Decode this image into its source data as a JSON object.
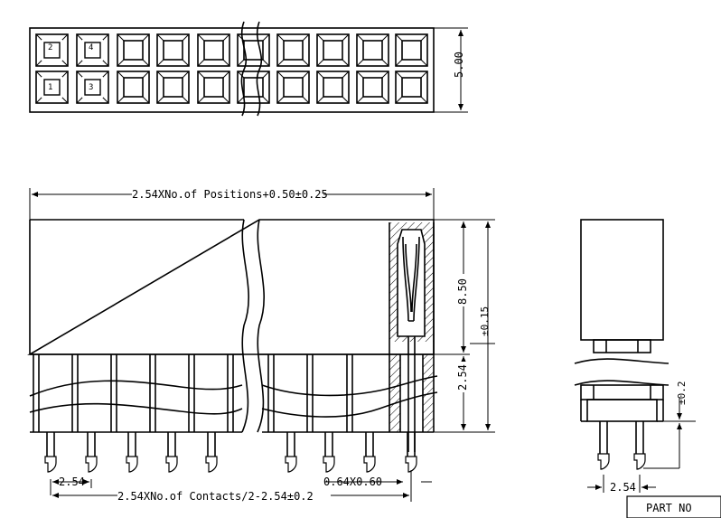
{
  "top_view": {
    "pin_labels": [
      "2",
      "4",
      "1",
      "3"
    ],
    "height_dim": "5.00"
  },
  "front_view": {
    "overall_length": "2.54XNo.of Positions+0.50±0.25",
    "body_height": "8.50",
    "tail_tolerance": "±0.15",
    "pitch_bottom": "2.54",
    "pitch": "2.54",
    "contact_size": "0.64X0.60",
    "tail_length": "2.54XNo.of Contacts/2-2.54±0.2"
  },
  "side_view": {
    "tolerance": "±0.2",
    "pitch": "2.54"
  },
  "title_block": {
    "part_no_label": "PART NO"
  }
}
